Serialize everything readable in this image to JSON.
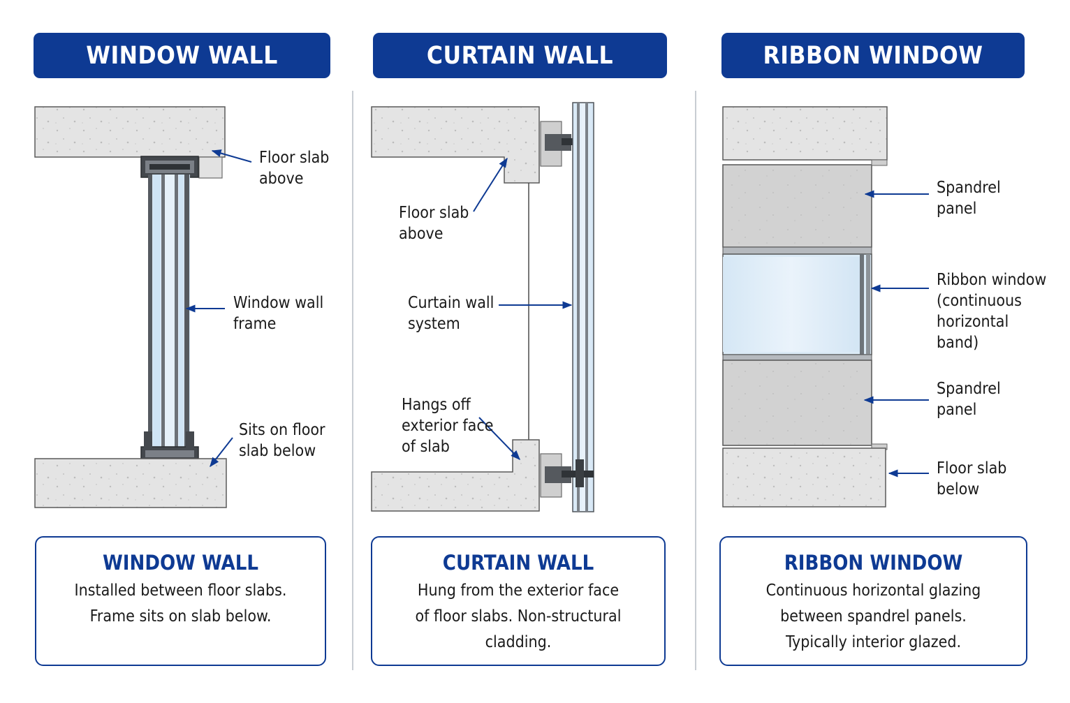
{
  "panels": [
    {
      "header": "WINDOW WALL",
      "labels": [
        "Floor slab\nabove",
        "Window wall\nframe",
        "Sits on floor\nslab below"
      ],
      "box_title": "WINDOW WALL",
      "box_text": "Installed between floor slabs.\nFrame sits on slab below."
    },
    {
      "header": "CURTAIN WALL",
      "labels": [
        "Floor slab\nabove",
        "Curtain wall\nsystem",
        "Hangs off\nexterior face\nof slab"
      ],
      "box_title": "CURTAIN WALL",
      "box_text": "Hung from the exterior face\nof floor slabs. Non-structural\ncladding."
    },
    {
      "header": "RIBBON WINDOW",
      "labels": [
        "Spandrel\npanel",
        "Ribbon window\n(continuous\nhorizontal\nband)",
        "Spandrel\npanel",
        "Floor slab\nbelow"
      ],
      "box_title": "RIBBON WINDOW",
      "box_text": "Continuous horizontal glazing\nbetween spandrel panels.\nTypically interior glazed."
    }
  ],
  "colors": {
    "accent": "#0e3a93",
    "concrete": "#e4e4e4",
    "spandrel": "#d2d2d2",
    "glass": "#dcebf7",
    "frame": "#3b3f44"
  }
}
